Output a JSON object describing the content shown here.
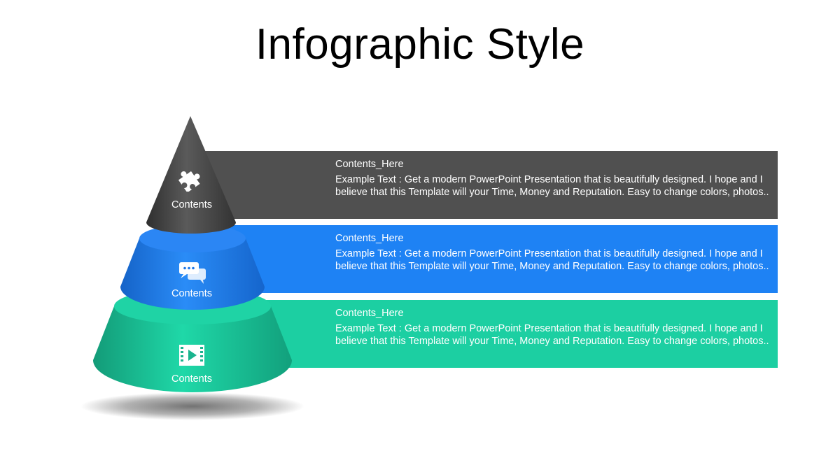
{
  "title": "Infographic Style",
  "colors": {
    "dark": "#505050",
    "blue": "#1e82f4",
    "green": "#1ccfa2"
  },
  "tiers": [
    {
      "label": "Contents",
      "icon": "puzzle-icon",
      "heading": "Contents_Here",
      "body": "Example Text : Get a modern PowerPoint  Presentation that is beautifully designed. I hope and I believe that this Template will your Time, Money and Reputation. Easy to change colors, photos.."
    },
    {
      "label": "Contents",
      "icon": "chat-bubbles-icon",
      "heading": "Contents_Here",
      "body": "Example Text : Get a modern PowerPoint  Presentation that is beautifully designed. I hope and I believe that this Template will your Time, Money and Reputation. Easy to change colors, photos.."
    },
    {
      "label": "Contents",
      "icon": "video-play-icon",
      "heading": "Contents_Here",
      "body": "Example Text : Get a modern PowerPoint  Presentation that is beautifully designed. I hope and I believe that this Template will your Time, Money and Reputation. Easy to change colors, photos.."
    }
  ]
}
